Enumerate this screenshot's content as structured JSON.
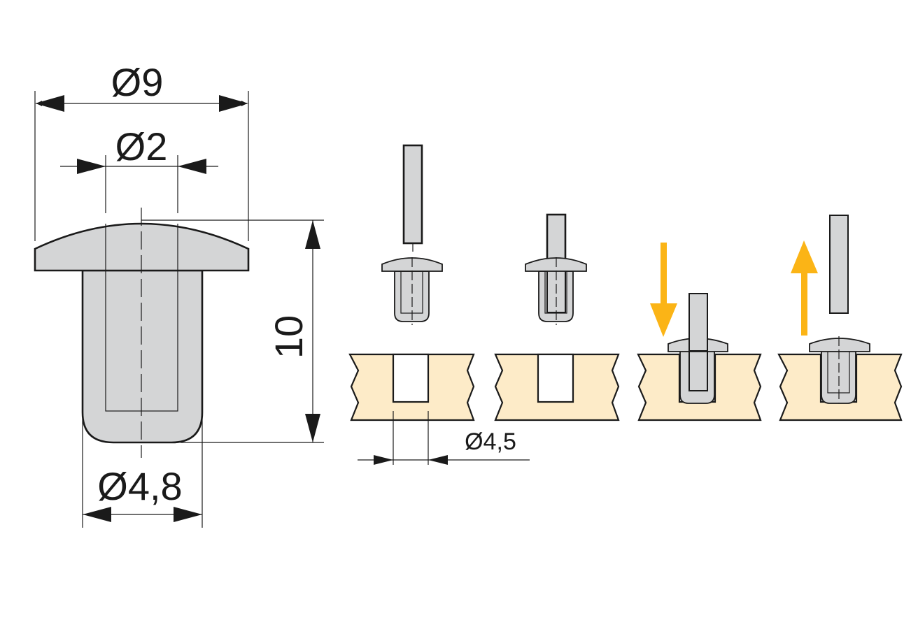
{
  "dimensions": {
    "head_diameter": "Ø9",
    "bore_diameter": "Ø2",
    "height": "10",
    "shank_diameter": "Ø4,8",
    "hole_diameter": "Ø4,5"
  },
  "colors": {
    "part_gray": "#d4d5d6",
    "part_gray_light": "#dddedf",
    "wood": "#fdebc8",
    "arrow": "#fbb416",
    "line": "#1a1a1a"
  },
  "steps": [
    {
      "name": "pin-above-plug",
      "arrow": "none"
    },
    {
      "name": "pin-inserted-in-plug",
      "arrow": "none"
    },
    {
      "name": "press-into-hole",
      "arrow": "down"
    },
    {
      "name": "remove-pin",
      "arrow": "up"
    }
  ]
}
